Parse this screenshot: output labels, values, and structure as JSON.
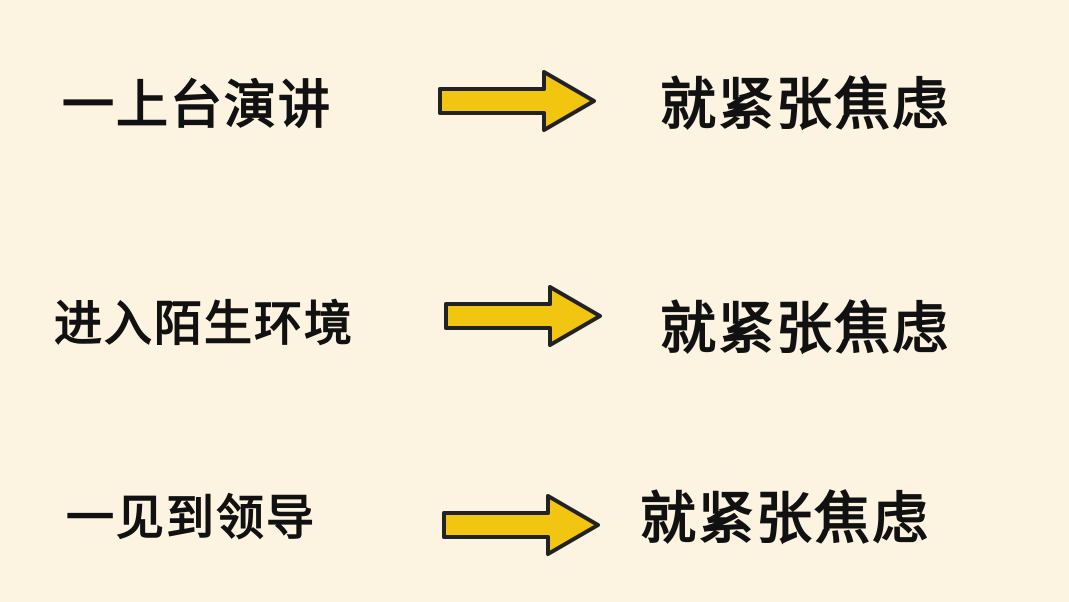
{
  "colors": {
    "background": "#fdf3e1",
    "text": "#111111",
    "arrow_fill": "#f2c511",
    "arrow_stroke": "#222222"
  },
  "rows": [
    {
      "cause": "一上台演讲",
      "arrow_icon": "right-arrow-icon",
      "effect": "就紧张焦虑"
    },
    {
      "cause": "进入陌生环境",
      "arrow_icon": "right-arrow-icon",
      "effect": "就紧张焦虑"
    },
    {
      "cause": "一见到领导",
      "arrow_icon": "right-arrow-icon",
      "effect": "就紧张焦虑"
    }
  ]
}
